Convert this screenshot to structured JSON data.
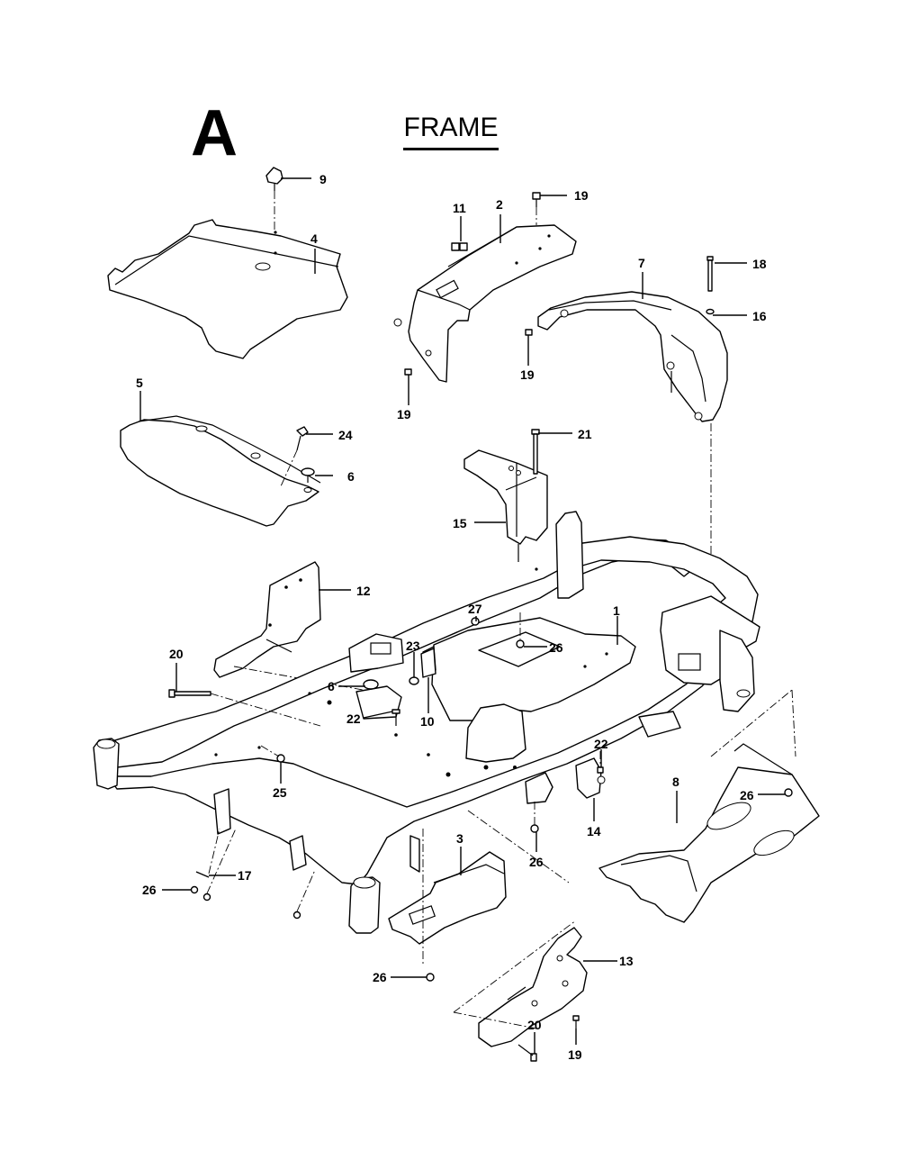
{
  "section_letter": "A",
  "title": "FRAME",
  "callouts": {
    "c1": "1",
    "c2": "2",
    "c3": "3",
    "c4": "4",
    "c5": "5",
    "c6a": "6",
    "c6b": "6",
    "c7": "7",
    "c8": "8",
    "c9": "9",
    "c10": "10",
    "c11": "11",
    "c12": "12",
    "c13": "13",
    "c14": "14",
    "c15": "15",
    "c16": "16",
    "c17": "17",
    "c18": "18",
    "c19a": "19",
    "c19b": "19",
    "c19c": "19",
    "c19d": "19",
    "c20a": "20",
    "c20b": "20",
    "c21": "21",
    "c22a": "22",
    "c22b": "22",
    "c23": "23",
    "c24": "24",
    "c25": "25",
    "c26a": "26",
    "c26b": "26",
    "c26c": "26",
    "c26d": "26",
    "c26e": "26",
    "c27": "27"
  }
}
